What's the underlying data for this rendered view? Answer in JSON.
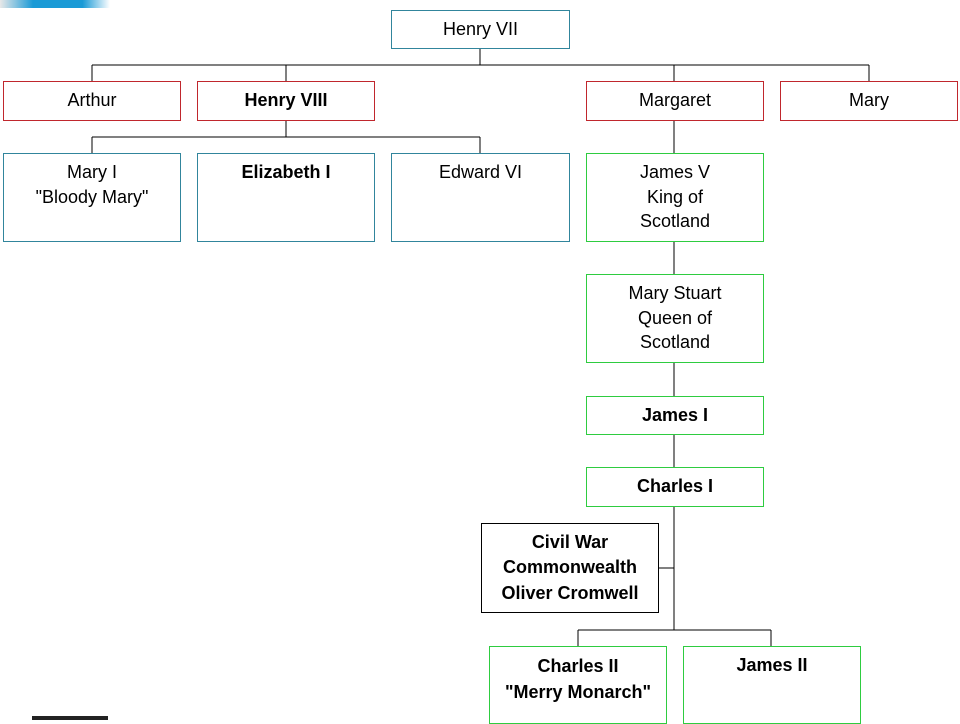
{
  "nodes": {
    "henry_vii": [
      "Henry VII"
    ],
    "arthur": [
      "Arthur"
    ],
    "henry_viii": [
      "Henry VIII"
    ],
    "margaret": [
      "Margaret"
    ],
    "mary": [
      "Mary"
    ],
    "mary_i": [
      "Mary I",
      "\"Bloody Mary\""
    ],
    "elizabeth_i": [
      "Elizabeth I"
    ],
    "edward_vi": [
      "Edward VI"
    ],
    "james_v": [
      "James V",
      "King of",
      "Scotland"
    ],
    "mary_stuart": [
      "Mary Stuart",
      "Queen of",
      "Scotland"
    ],
    "james_i": [
      "James I"
    ],
    "charles_i": [
      "Charles I"
    ],
    "civil_war": [
      "Civil War",
      "Commonwealth",
      "Oliver Cromwell"
    ],
    "charles_ii": [
      "Charles II",
      "\"Merry Monarch\""
    ],
    "james_ii": [
      "James II"
    ]
  },
  "colors": {
    "tudor_king": "#31859c",
    "sibling": "#c0272d",
    "stuart_line": "#2ecc40",
    "interregnum": "#000000",
    "connector": "#000000",
    "accent_blue": "#1a9ad6"
  }
}
